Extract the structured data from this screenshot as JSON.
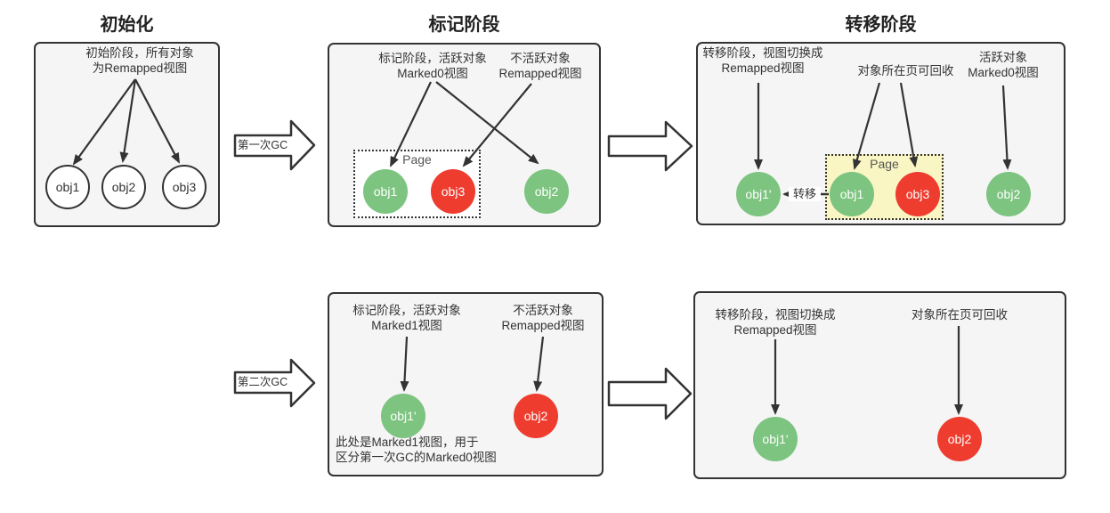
{
  "colors": {
    "live_object_green": "#7cc47f",
    "inactive_object_red": "#ee3c2f",
    "page_highlight_yellow": "#faf6c3",
    "panel_background": "#f5f5f5",
    "stroke_dark": "#333333"
  },
  "row1": {
    "init": {
      "title": "初始化",
      "note": "初始阶段，所有对象\n为Remapped视图",
      "objects": [
        "obj1",
        "obj2",
        "obj3"
      ]
    },
    "gc1_label": "第一次GC",
    "mark": {
      "title": "标记阶段",
      "note_live": "标记阶段，活跃对象\nMarked0视图",
      "note_dead": "不活跃对象\nRemapped视图",
      "page_label": "Page",
      "objects": [
        "obj1",
        "obj3",
        "obj2"
      ]
    },
    "relocate": {
      "title": "转移阶段",
      "note_view": "转移阶段，视图切换成\nRemapped视图",
      "note_reclaim": "对象所在页可回收",
      "note_live": "活跃对象\nMarked0视图",
      "transfer_label": "转移",
      "page_label": "Page",
      "objects": [
        "obj1'",
        "obj1",
        "obj3",
        "obj2"
      ]
    }
  },
  "row2": {
    "gc2_label": "第二次GC",
    "mark": {
      "note_live": "标记阶段，活跃对象\nMarked1视图",
      "note_dead": "不活跃对象\nRemapped视图",
      "footnote": "此处是Marked1视图，用于\n区分第一次GC的Marked0视图",
      "objects": [
        "obj1'",
        "obj2"
      ]
    },
    "relocate": {
      "note_view": "转移阶段，视图切换成\nRemapped视图",
      "note_reclaim": "对象所在页可回收",
      "objects": [
        "obj1'",
        "obj2"
      ]
    }
  }
}
